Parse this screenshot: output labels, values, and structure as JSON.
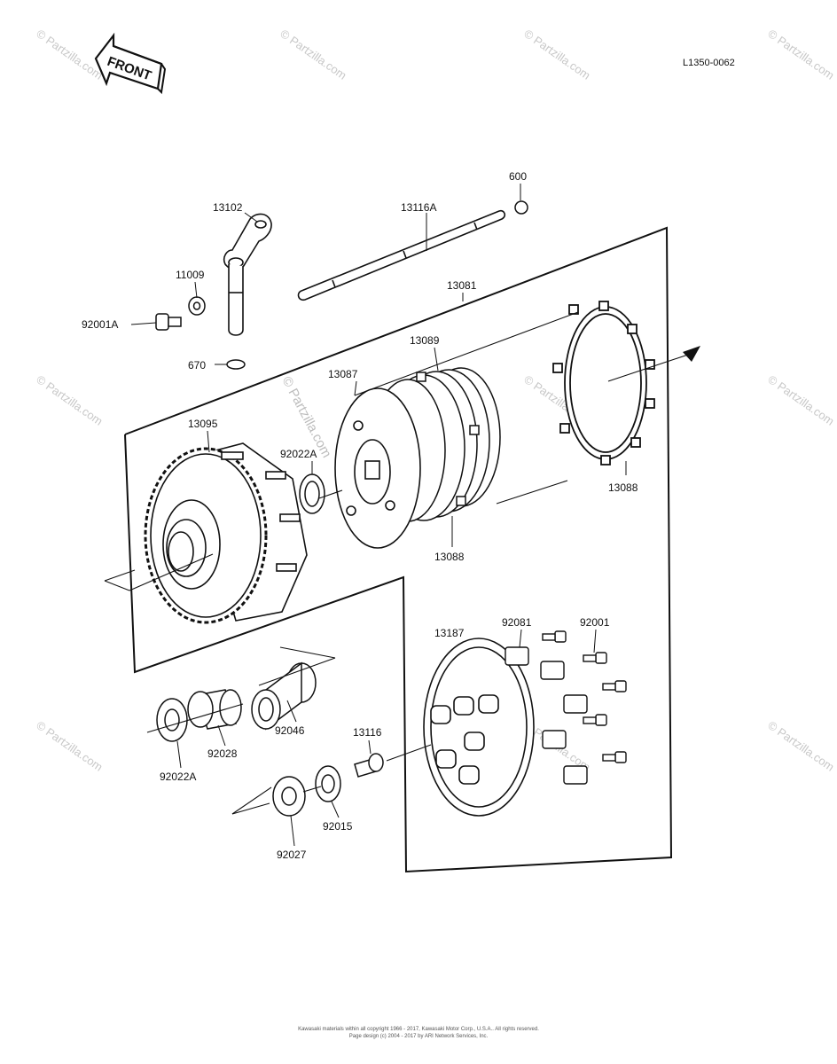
{
  "diagram": {
    "code": "L1350-0062",
    "front_arrow": "FRONT",
    "watermark": "© Partzilla.com",
    "parts": [
      {
        "id": "p-13102",
        "label": "13102"
      },
      {
        "id": "p-13116A",
        "label": "13116A"
      },
      {
        "id": "p-600",
        "label": "600"
      },
      {
        "id": "p-11009",
        "label": "11009"
      },
      {
        "id": "p-92001A",
        "label": "92001A"
      },
      {
        "id": "p-670",
        "label": "670"
      },
      {
        "id": "p-13081",
        "label": "13081"
      },
      {
        "id": "p-13089",
        "label": "13089"
      },
      {
        "id": "p-13087",
        "label": "13087"
      },
      {
        "id": "p-13095",
        "label": "13095"
      },
      {
        "id": "p-92022A-top",
        "label": "92022A"
      },
      {
        "id": "p-13088-right",
        "label": "13088"
      },
      {
        "id": "p-13088-bottom",
        "label": "13088"
      },
      {
        "id": "p-92081",
        "label": "92081"
      },
      {
        "id": "p-92001",
        "label": "92001"
      },
      {
        "id": "p-13187",
        "label": "13187"
      },
      {
        "id": "p-13116",
        "label": "13116"
      },
      {
        "id": "p-92046",
        "label": "92046"
      },
      {
        "id": "p-92028",
        "label": "92028"
      },
      {
        "id": "p-92022A-bottom",
        "label": "92022A"
      },
      {
        "id": "p-92015",
        "label": "92015"
      },
      {
        "id": "p-92027",
        "label": "92027"
      }
    ]
  },
  "footer": {
    "line1": "Kawasaki materials within all copyright 1966 - 2017, Kawasaki Motor Corp., U.S.A.. All rights reserved.",
    "line2": "Page design (c) 2004 - 2017 by ARI Network Services, Inc."
  }
}
